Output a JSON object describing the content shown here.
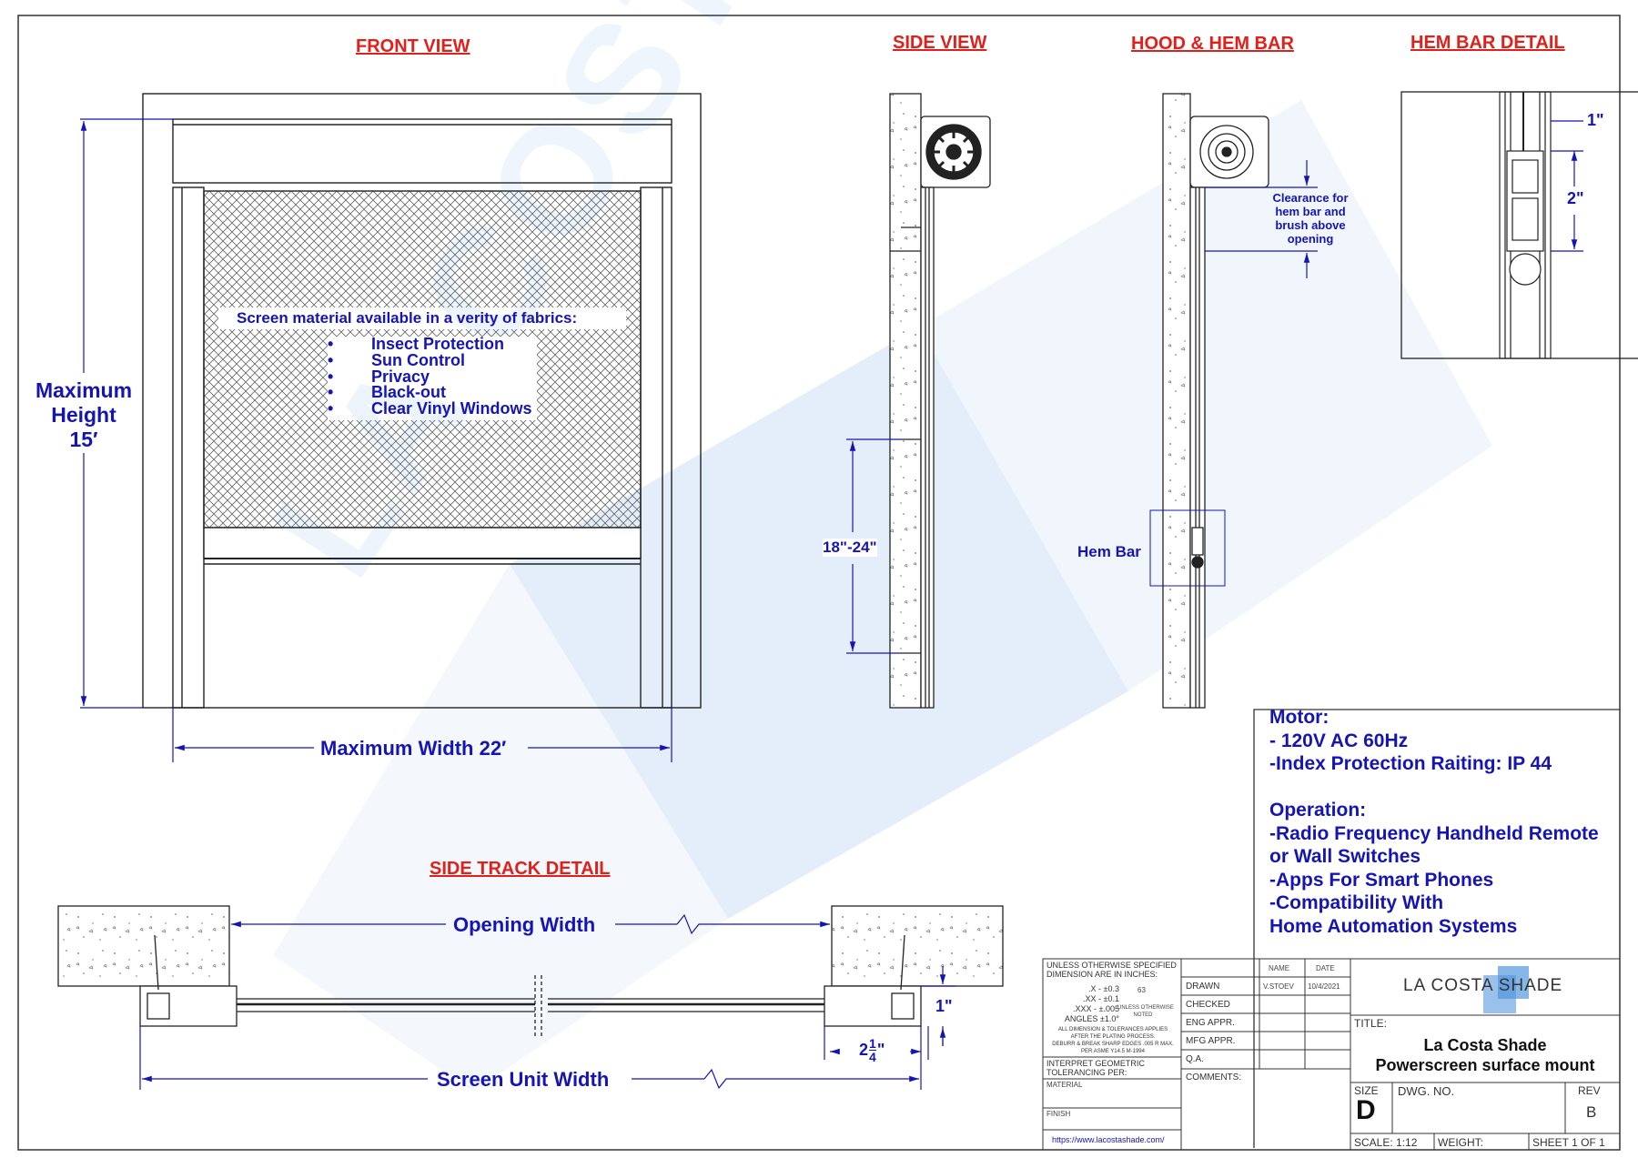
{
  "views": {
    "front": "FRONT VIEW",
    "side": "SIDE VIEW",
    "hood": "HOOD & HEM BAR",
    "hemdetail": "HEM BAR DETAIL",
    "track": "SIDE TRACK DETAIL"
  },
  "front": {
    "height_line1": "Maximum",
    "height_line2": "Height",
    "height_line3": "15′",
    "width_label": "Maximum Width 22′",
    "fabric_heading": "Screen material available in a verity of fabrics:",
    "fabrics": [
      "Insect Protection",
      "Sun Control",
      "Privacy",
      "Black-out",
      "Clear Vinyl Windows"
    ],
    "bullet": "•"
  },
  "side": {
    "dim": "18\"-24\""
  },
  "hood": {
    "clearance": [
      "Clearance for",
      "hem bar and",
      "brush above",
      "opening"
    ],
    "hem_bar": "Hem Bar"
  },
  "hemdetail": {
    "dim1": "1\"",
    "dim2": "2\""
  },
  "track": {
    "opening_width": "Opening Width",
    "screen_unit_width": "Screen Unit Width",
    "dim_1": "1\"",
    "dim_2_whole": "2",
    "dim_2_num": "1",
    "dim_2_den": "4",
    "dim_2_unit": "\""
  },
  "specs": {
    "lines": [
      "Motor:",
      "- 120V AC 60Hz",
      "-Index Protection Raiting: IP 44",
      "",
      "Operation:",
      "-Radio Frequency Handheld Remote",
      "or Wall Switches",
      "-Apps For Smart Phones",
      "-Compatibility With",
      "Home Automation Systems"
    ]
  },
  "watermark": "LA COSTA SHADE",
  "titleblock": {
    "tol_head1": "UNLESS OTHERWISE SPECIFIED",
    "tol_head2": "DIMENSION ARE IN INCHES:",
    "tol_x": ".X - ±0.3",
    "tol_xx": ".XX - ±0.1",
    "tol_xxx": ".XXX - ±.005",
    "tol_ang": "ANGLES ±1.0°",
    "finish_sym": "63",
    "unless_noted1": "UNLESS OTHERWISE",
    "unless_noted2": "NOTED",
    "note1": "ALL DIMENSION & TOLERANCES APPLIES",
    "note2": "AFTER THE PLATING PROCESS.",
    "note3": "DEBURR & BREAK SHARP EDGES .005 R MAX.",
    "note4": "PER ASME Y14.5 M-1994",
    "interpret1": "INTERPRET GEOMETRIC",
    "interpret2": "TOLERANCING PER:",
    "material": "MATERIAL",
    "finish": "FINISH",
    "url": "https://www.lacostashade.com/",
    "col_name": "NAME",
    "col_date": "DATE",
    "drawn": "DRAWN",
    "drawn_name": "V.STOEV",
    "drawn_date": "10/4/2021",
    "checked": "CHECKED",
    "eng": "ENG APPR.",
    "mfg": "MFG APPR.",
    "qa": "Q.A.",
    "comments": "COMMENTS:",
    "logo": "LA COSTA SHADE",
    "title_label": "TITLE:",
    "title1": "La Costa Shade",
    "title2": "Powerscreen surface mount",
    "size_label": "SIZE",
    "size": "D",
    "dwg_label": "DWG.  NO.",
    "rev_label": "REV",
    "rev": "B",
    "scale": "SCALE: 1:12",
    "weight": "WEIGHT:",
    "sheet": "SHEET 1  OF 1"
  }
}
